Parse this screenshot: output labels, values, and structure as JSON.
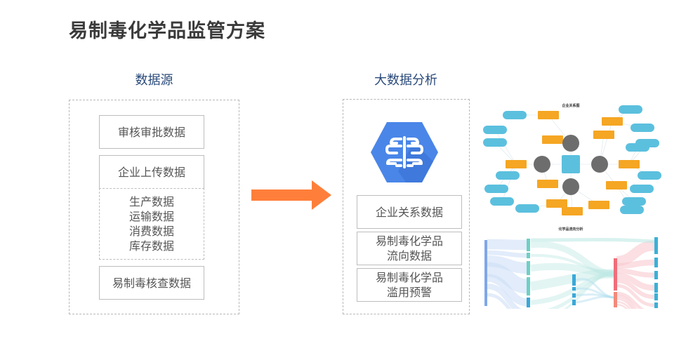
{
  "page": {
    "title": "易制毒化学品监管方案"
  },
  "data_source": {
    "heading": "数据源",
    "items": [
      {
        "label": "审核审批数据"
      },
      {
        "label": "企业上传数据"
      },
      {
        "lines": [
          "生产数据",
          "运输数据",
          "消费数据",
          "库存数据"
        ]
      },
      {
        "label": "易制毒核查数据"
      }
    ]
  },
  "arrow": {
    "color": "#ff7f3a"
  },
  "analysis": {
    "heading": "大数据分析",
    "icon": "brain-hexagon-icon",
    "icon_color": "#4285f4",
    "items": [
      {
        "lines": [
          "企业关系数据"
        ]
      },
      {
        "lines": [
          "易制毒化学品",
          "流向数据"
        ]
      },
      {
        "lines": [
          "易制毒化学品",
          "滥用预警"
        ]
      }
    ]
  },
  "relation_graph": {
    "title": "企业关系图",
    "colors": {
      "center": "#5bc0de",
      "hub": "#6d6d6d",
      "orange": "#f5a623",
      "blue": "#5bc0de"
    }
  },
  "flow_chart": {
    "title": "化学品流向分析",
    "colors": {
      "source": "#7fa7e8",
      "teal": "#6fd0c4",
      "mid": "#3aa8d8",
      "red": "#f06d7a",
      "target": "#3ab0d8"
    }
  }
}
